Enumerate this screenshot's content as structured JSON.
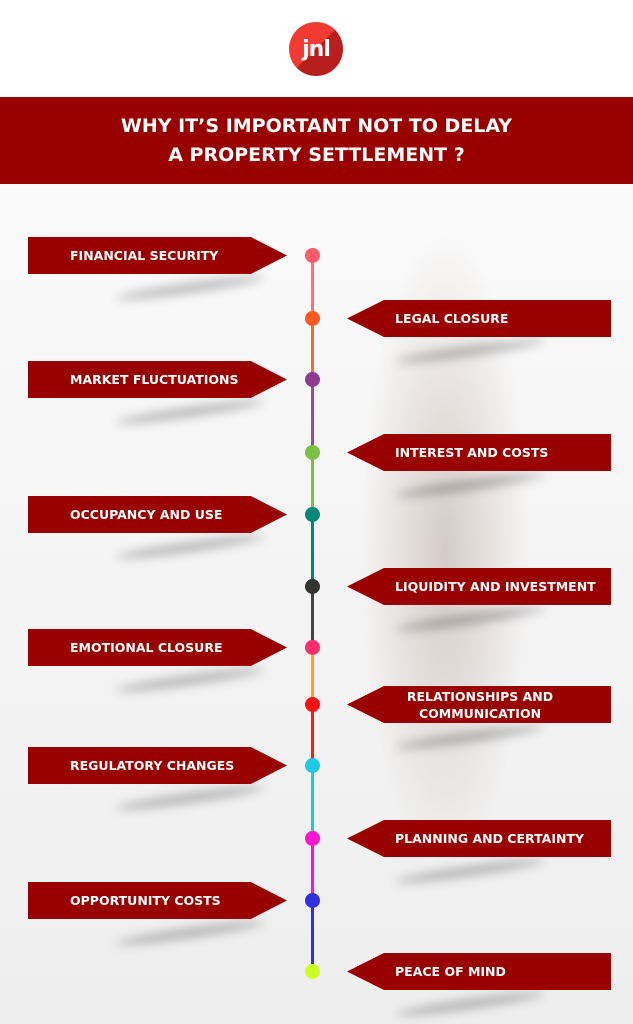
{
  "logo": "jnl",
  "title": {
    "line1": "WHY IT’S IMPORTANT NOT TO DELAY",
    "line2": "A PROPERTY SETTLEMENT ?"
  },
  "items": [
    {
      "label": "FINANCIAL SECURITY",
      "side": "left",
      "dot": "#ff5b6b",
      "line": "#ff6f7a"
    },
    {
      "label": "LEGAL CLOSURE",
      "side": "right",
      "dot": "#ff5722",
      "line": "#ff6a2a"
    },
    {
      "label": "MARKET FLUCTUATIONS",
      "side": "left",
      "dot": "#8e3a8e",
      "line": "#9b4a9b"
    },
    {
      "label": "INTEREST AND COSTS",
      "side": "right",
      "dot": "#7cc242",
      "line": "#7cc242"
    },
    {
      "label": "OCCUPANCY AND USE",
      "side": "left",
      "dot": "#00897b",
      "line": "#00897b"
    },
    {
      "label": "LIQUIDITY AND INVESTMENT",
      "side": "right",
      "dot": "#333333",
      "line": "#444444"
    },
    {
      "label": "EMOTIONAL CLOSURE",
      "side": "left",
      "dot": "#ff2d6b",
      "line": "#f5a623"
    },
    {
      "label": "RELATIONSHIPS AND COMMUNICATION",
      "side": "right",
      "dot": "#ff1010",
      "line": "#ff1a1a"
    },
    {
      "label": "REGULATORY CHANGES",
      "side": "left",
      "dot": "#1ec8e8",
      "line": "#1ec8e8"
    },
    {
      "label": "PLANNING AND CERTAINTY",
      "side": "right",
      "dot": "#ff14d0",
      "line": "#ff14d0"
    },
    {
      "label": "OPPORTUNITY COSTS",
      "side": "left",
      "dot": "#3030e0",
      "line": "#3030e0"
    },
    {
      "label": "PEACE OF MIND",
      "side": "right",
      "dot": "#ccff22",
      "line": "#ccff22"
    }
  ]
}
